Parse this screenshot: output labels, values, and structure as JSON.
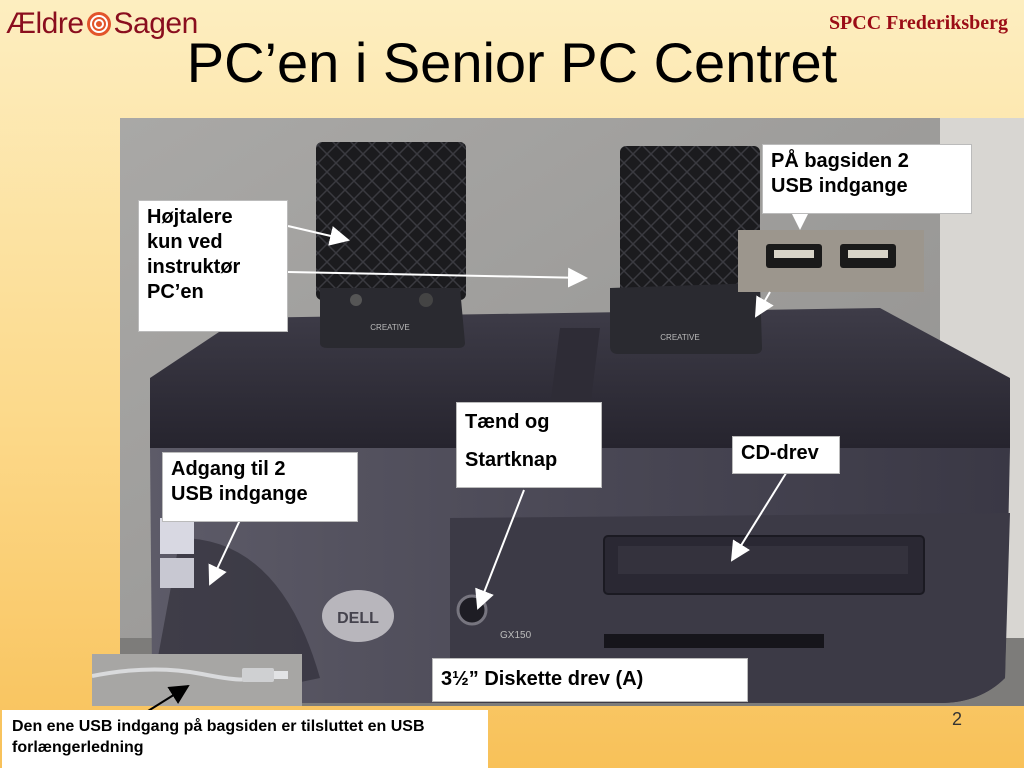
{
  "brand": {
    "logo_text_left": "Ældre",
    "logo_text_right": "Sagen",
    "org": "SPCC Frederiksberg"
  },
  "slide": {
    "title": "PC’en i Senior PC Centret",
    "page_number": "2"
  },
  "callouts": {
    "speakers": [
      "Højtalere",
      "kun ved",
      "instruktør",
      "PC’en"
    ],
    "usb_back": [
      "PÅ bagsiden 2",
      "USB indgange"
    ],
    "power": [
      "Tænd og",
      "Startknap"
    ],
    "cd": [
      "CD-drev"
    ],
    "usb_front": [
      "Adgang til 2",
      "USB indgange"
    ],
    "floppy": [
      "3½” Diskette drev (A)"
    ]
  },
  "note": "Den ene USB indgang på bagsiden er tilsluttet en USB forlængerledning",
  "photo_labels": {
    "speaker_brand": "CREATIVE",
    "pc_brand": "DELL",
    "model": "GX150"
  },
  "colors": {
    "brand_red": "#8a0e1e",
    "org_red": "#9b0c16",
    "bg_top": "#fdeec0",
    "bg_bottom": "#f8c159"
  }
}
